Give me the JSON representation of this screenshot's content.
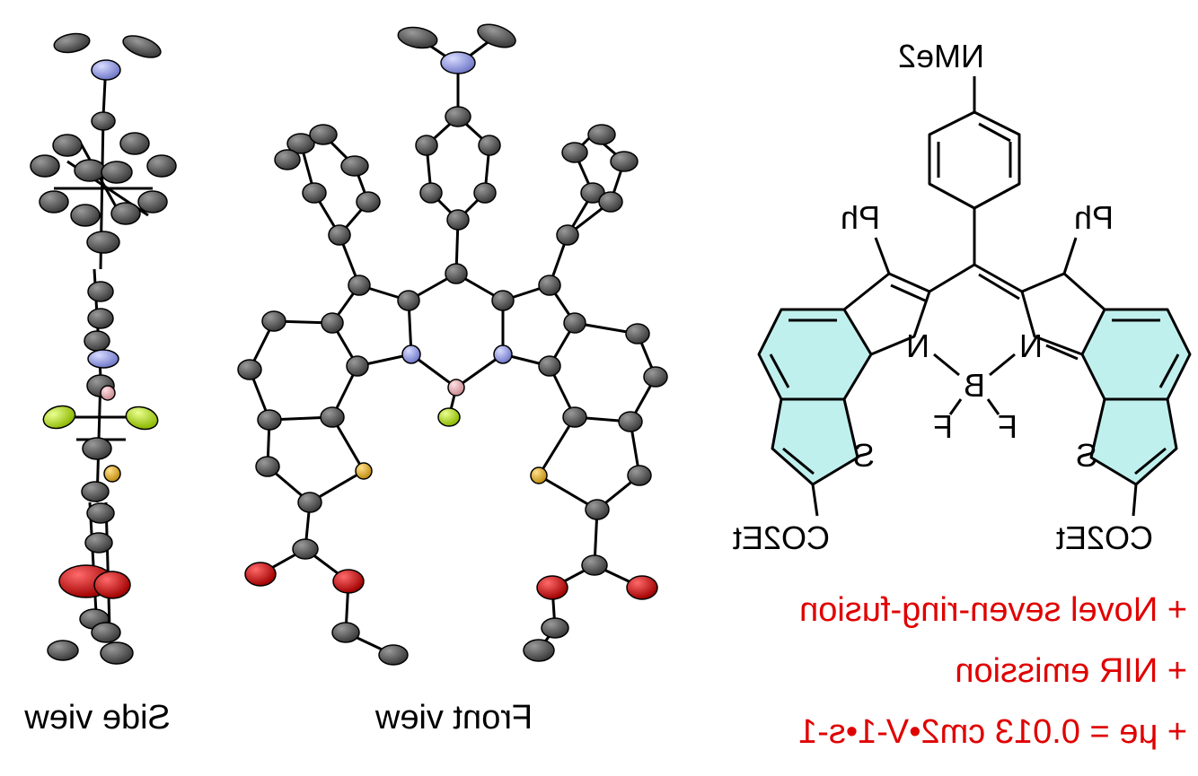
{
  "labels": {
    "side_view": "Side view",
    "front_view": "Front view"
  },
  "structure": {
    "nme2": "NMe2",
    "ph_left": "Ph",
    "ph_right": "Ph",
    "n_left": "N",
    "n_right": "N",
    "boron": "B",
    "f_left": "F",
    "f_right": "F",
    "s_left": "S",
    "s_right": "S",
    "co2et_left": "CO2Et",
    "co2et_right": "CO2Et"
  },
  "features": [
    "+ Novel seven-ring-fusion",
    "+ NIR emission",
    "+ μe = 0.013 cm2•V-1•s-1"
  ],
  "colors": {
    "carbon": "#5a5a5a",
    "nitrogen": "#9aa0e0",
    "boron": "#e8b4b8",
    "fluorine": "#b5e61d",
    "sulfur": "#e0b43c",
    "oxygen": "#d40000",
    "ring_fill": "#bff0ee",
    "feature_text": "#e00000"
  }
}
